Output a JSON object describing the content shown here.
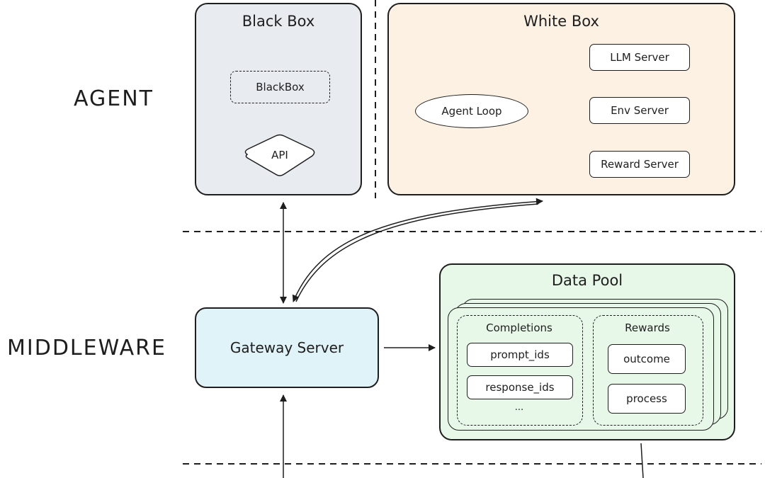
{
  "side_labels": {
    "agent": "AGENT",
    "middleware": "MIDDLEWARE"
  },
  "black_box": {
    "title": "Black Box",
    "inner": "BlackBox",
    "api": "API"
  },
  "white_box": {
    "title": "White Box",
    "loop": "Agent Loop",
    "servers": [
      "LLM Server",
      "Env Server",
      "Reward Server"
    ]
  },
  "gateway": {
    "label": "Gateway Server"
  },
  "data_pool": {
    "title": "Data Pool",
    "completions": {
      "title": "Completions",
      "items": [
        "prompt_ids",
        "response_ids"
      ],
      "more": "..."
    },
    "rewards": {
      "title": "Rewards",
      "items": [
        "outcome",
        "process"
      ]
    }
  },
  "colors": {
    "black_box_fill": "#e8ecf1",
    "white_box_fill": "#fdf1e3",
    "gateway_fill": "#dff3f8",
    "data_pool_fill": "#e7f7e8",
    "stroke": "#1e1e1e"
  }
}
